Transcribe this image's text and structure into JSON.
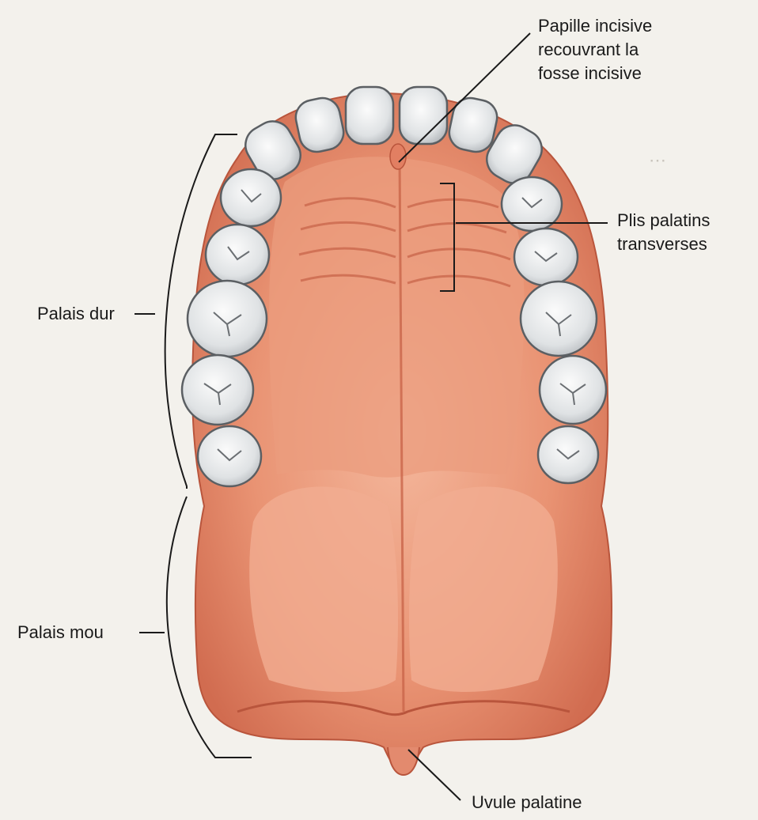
{
  "figure": {
    "labels": {
      "incisive_papilla": [
        "Papille incisive",
        "recouvrant la",
        "fosse incisive"
      ],
      "palatine_folds": [
        "Plis palatins",
        "transverses"
      ],
      "hard_palate": "Palais dur",
      "soft_palate": "Palais mou",
      "uvula": "Uvule palatine"
    }
  },
  "colors": {
    "mucosa": "#e38a6e",
    "mucosa_dark": "#c9654a",
    "mucosa_light": "#f0aa8e",
    "tooth": "#e6e8ea",
    "tooth_outline": "#5b5f63",
    "leader": "#1a1a1a"
  },
  "icons": [
    "upper-teeth-arch",
    "palate-mucosa"
  ]
}
